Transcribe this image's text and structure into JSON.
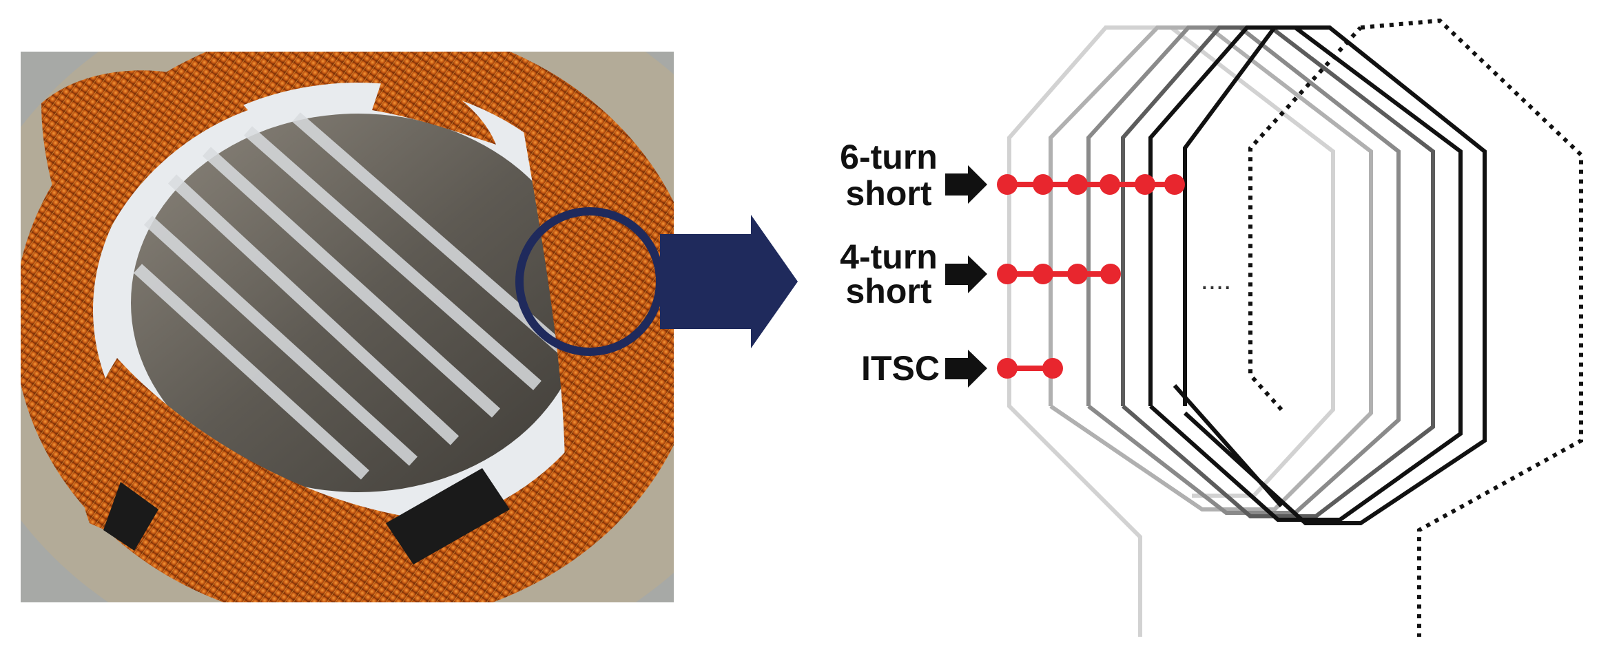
{
  "labels": {
    "six_turn_line1": "6-turn",
    "six_turn_line2": "short",
    "four_turn_line1": "4-turn",
    "four_turn_line2": "short",
    "itsc": "ITSC",
    "ellipsis": "...."
  },
  "colors": {
    "copper": "#c85a12",
    "copper_highlight": "#ffb347",
    "stator_steel": "#6e6a63",
    "insulation_paper": "#e8ebee",
    "callout_navy": "#1f2a5c",
    "short_marker_red": "#e8262e",
    "arrow_black": "#111111",
    "winding_lightest": "#d2d2d2",
    "winding_light": "#b0b0b0",
    "winding_mid": "#8a8a8a",
    "winding_dark": "#5c5c5c",
    "winding_darkest": "#111111"
  },
  "diagram": {
    "photo": "stator winding photograph with circled end-turn region",
    "short_groups": [
      {
        "label_ref": "six_turn",
        "shorted_turns": 6
      },
      {
        "label_ref": "four_turn",
        "shorted_turns": 4
      },
      {
        "label_ref": "itsc",
        "shorted_turns": 2
      }
    ]
  }
}
